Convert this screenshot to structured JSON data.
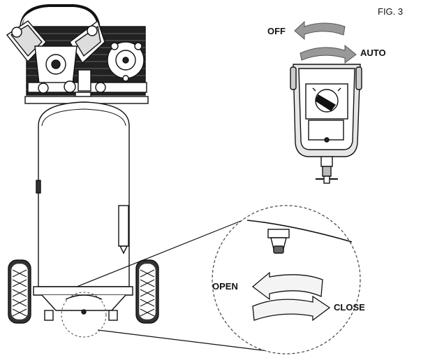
{
  "figure": {
    "label": "FIG. 3"
  },
  "switch_detail": {
    "off_label": "OFF",
    "auto_label": "AUTO"
  },
  "drain_valve_detail": {
    "open_label": "OPEN",
    "close_label": "CLOSE"
  }
}
